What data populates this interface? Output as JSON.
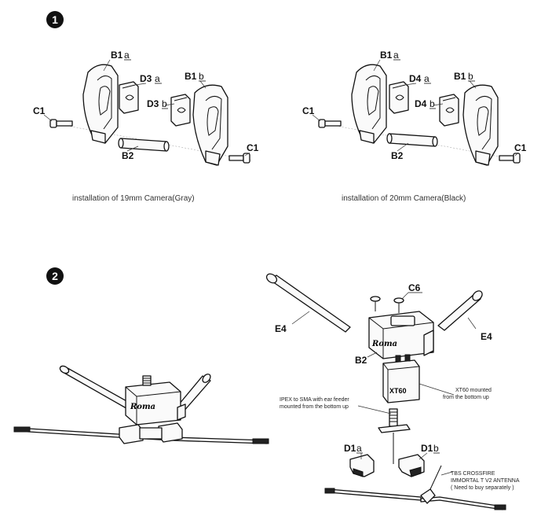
{
  "steps": [
    "1",
    "2"
  ],
  "step1": {
    "left": {
      "caption": "installation of 19mm Camera(Gray)",
      "labels": {
        "b1a": {
          "main": "B1",
          "sub": "a"
        },
        "b1b": {
          "main": "B1",
          "sub": "b"
        },
        "d3a": {
          "main": "D3",
          "sub": "a"
        },
        "d3b": {
          "main": "D3",
          "sub": "b"
        },
        "c1_left": {
          "main": "C1",
          "sub": ""
        },
        "c1_right": {
          "main": "C1",
          "sub": ""
        },
        "b2": {
          "main": "B2",
          "sub": ""
        }
      }
    },
    "right": {
      "caption": "installation of 20mm Camera(Black)",
      "labels": {
        "b1a": {
          "main": "B1",
          "sub": "a"
        },
        "b1b": {
          "main": "B1",
          "sub": "b"
        },
        "d4a": {
          "main": "D4",
          "sub": "a"
        },
        "d4b": {
          "main": "D4",
          "sub": "b"
        },
        "c1_left": {
          "main": "C1",
          "sub": ""
        },
        "c1_right": {
          "main": "C1",
          "sub": ""
        },
        "b2": {
          "main": "B2",
          "sub": ""
        }
      }
    }
  },
  "step2": {
    "labels": {
      "e4_left": "E4",
      "e4_right": "E4",
      "c6": "C6",
      "b2": "B2",
      "d1a": {
        "main": "D1",
        "sub": "a"
      },
      "d1b": {
        "main": "D1",
        "sub": "b"
      }
    },
    "brand_text": "Roma",
    "connector_text": "XT60",
    "notes": {
      "ipex": [
        "IPEX to SMA with ear feeder",
        "mounted from the bottom up"
      ],
      "xt60": [
        "XT60 mounted",
        "from the bottom up"
      ],
      "tbs": [
        "TBS CROSSFIRE",
        "IMMORTAL T V2 ANTENNA",
        "( Need to buy separately )"
      ]
    }
  }
}
